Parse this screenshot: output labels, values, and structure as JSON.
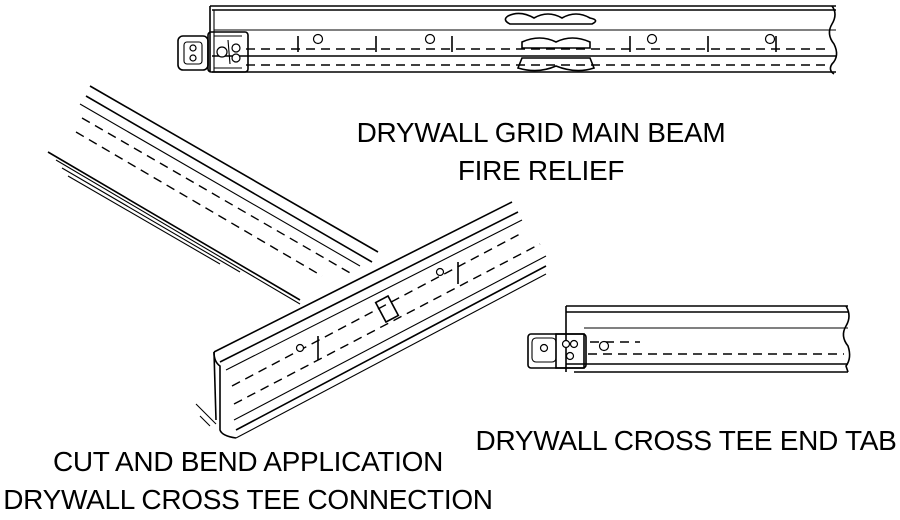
{
  "labels": {
    "main_beam_line1": "DRYWALL GRID MAIN BEAM",
    "main_beam_line2": "FIRE RELIEF",
    "cut_bend_line1": "CUT AND BEND APPLICATION",
    "cut_bend_line2": "DRYWALL CROSS TEE CONNECTION",
    "end_tab": "DRYWALL CROSS TEE END TAB"
  },
  "colors": {
    "line": "#000000",
    "background": "#ffffff"
  }
}
